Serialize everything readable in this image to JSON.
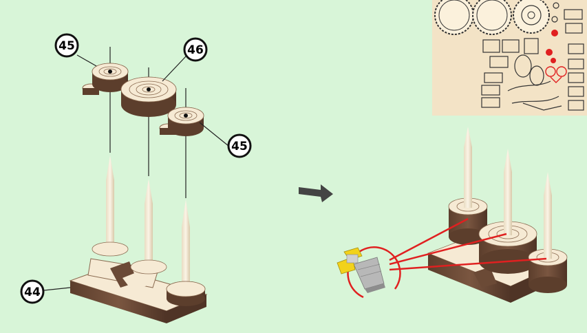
{
  "callouts": [
    {
      "id": "c45a",
      "label": "45"
    },
    {
      "id": "c46",
      "label": "46"
    },
    {
      "id": "c45b",
      "label": "45"
    },
    {
      "id": "c44",
      "label": "44"
    }
  ],
  "colors": {
    "background": "#d8f5d8",
    "wood_top": "#f6ead4",
    "wood_side": "#6b4a36",
    "peg": "#f3e8d2",
    "highlight": "#e02020",
    "sheet": "#f3e3c6",
    "blade_handle": "#f2d21b"
  },
  "icons": [
    "arrow-right-icon",
    "craft-knife-icon"
  ]
}
